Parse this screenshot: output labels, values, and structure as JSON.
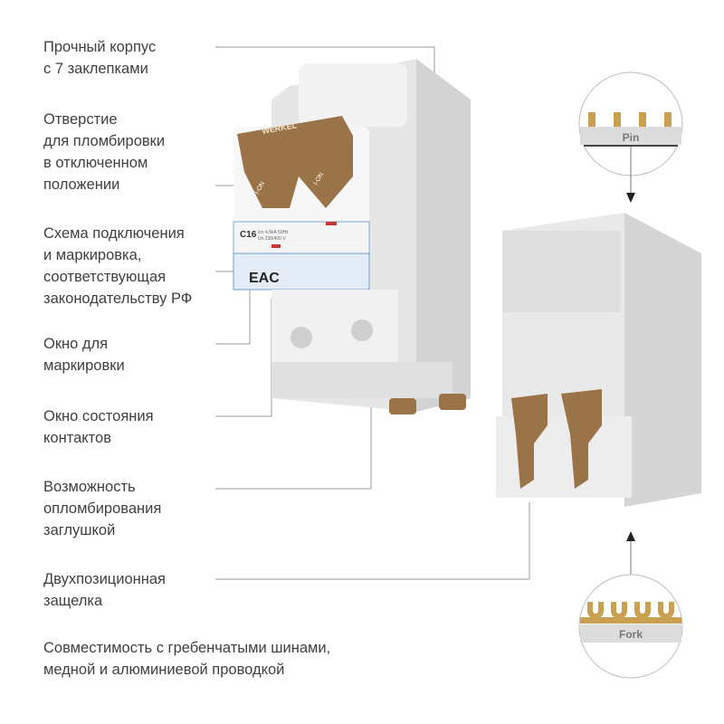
{
  "features": [
    {
      "text": "Прочный корпус\nс 7 заклепками"
    },
    {
      "text": "Отверстие\nдля пломбировки\nв отключенном\nположении"
    },
    {
      "text": "Схема подключения\nи маркировка,\nсоответствующая\nзаконодательству РФ"
    },
    {
      "text": "Окно для\nмаркировки"
    },
    {
      "text": "Окно состояния\nконтактов"
    },
    {
      "text": "Возможность\nопломбирования\nзаглушкой"
    },
    {
      "text": "Двухпозиционная\nзащелка"
    },
    {
      "text": "Совместимость с гребенчатыми шинами,\nмедной и алюминиевой проводкой"
    }
  ],
  "busbars": {
    "pin_label": "Pin",
    "fork_label": "Fork"
  },
  "product": {
    "brand": "WERKEL",
    "toggle_label": "I-ON",
    "rating": "C16",
    "spec_line1": "Icn 4,5kA 50Hz",
    "spec_line2": "Un 230/400 V",
    "cert_mark": "EAC"
  },
  "colors": {
    "toggle": "#9a7448",
    "housing": "#eeeeee",
    "accent_gold": "#c8a050",
    "line": "#9a9a9a"
  }
}
